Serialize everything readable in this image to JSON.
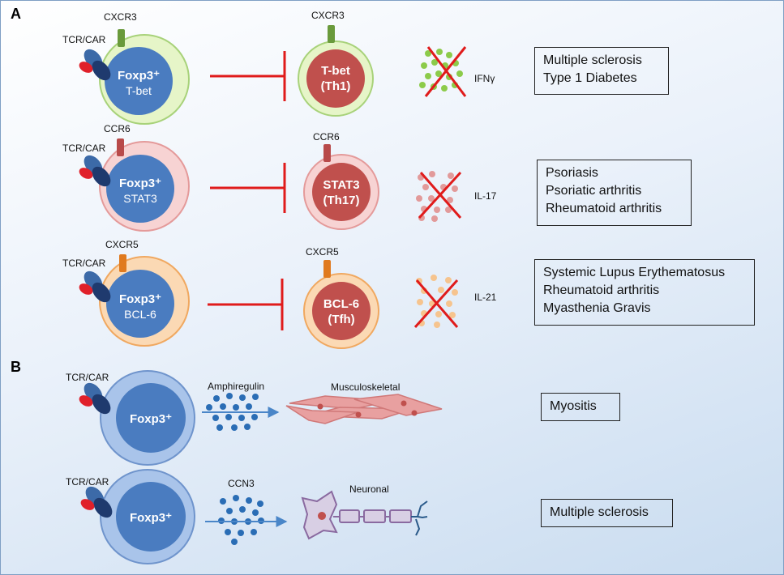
{
  "panels": {
    "a": "A",
    "b": "B"
  },
  "receptor_label": "TCR/CAR",
  "treg_title": "Foxp3⁺",
  "rows_a": [
    {
      "receptor": "CXCR3",
      "treg_sub": "T-bet",
      "target_line1": "T-bet",
      "target_line2": "(Th1)",
      "receptor_target": "CXCR3",
      "cytokine": "IFNγ",
      "diseases": [
        "Multiple sclerosis",
        "Type 1 Diabetes"
      ],
      "colors": {
        "outer": "#e6f5c8",
        "outer_stroke": "#a8d27a",
        "receptor": "#6a9a3c",
        "dots": "#8ccb4a"
      }
    },
    {
      "receptor": "CCR6",
      "treg_sub": "STAT3",
      "target_line1": "STAT3",
      "target_line2": "(Th17)",
      "receptor_target": "CCR6",
      "cytokine": "IL-17",
      "diseases": [
        "Psoriasis",
        "Psoriatic arthritis",
        "Rheumatoid arthritis"
      ],
      "colors": {
        "outer": "#f7d3d3",
        "outer_stroke": "#e49a9a",
        "receptor": "#b84a4a",
        "dots": "#e29a9a"
      }
    },
    {
      "receptor": "CXCR5",
      "treg_sub": "BCL-6",
      "target_line1": "BCL-6",
      "target_line2": "(Tfh)",
      "receptor_target": "CXCR5",
      "cytokine": "IL-21",
      "diseases": [
        "Systemic Lupus Erythematosus",
        "Rheumatoid arthritis",
        "Myasthenia Gravis"
      ],
      "colors": {
        "outer": "#fbd9b4",
        "outer_stroke": "#f0a860",
        "receptor": "#e07a1e",
        "dots": "#f6c48e"
      }
    }
  ],
  "rows_b": [
    {
      "mediator": "Amphiregulin",
      "tissue": "Musculoskeletal",
      "disease": "Myositis"
    },
    {
      "mediator": "CCN3",
      "tissue": "Neuronal",
      "disease": "Multiple sclerosis"
    }
  ],
  "colors": {
    "treg_core": "#4a7cc0",
    "target_core": "#c0504d",
    "inhibit": "#e01b1b",
    "tcr_dark": "#1f3a6e",
    "tcr_mid": "#3c6aa8",
    "tcr_red": "#e0202a",
    "mediator_dots": "#2a6db5",
    "muscle": "#e8a0a0",
    "neuron": "#8a6aa0"
  }
}
